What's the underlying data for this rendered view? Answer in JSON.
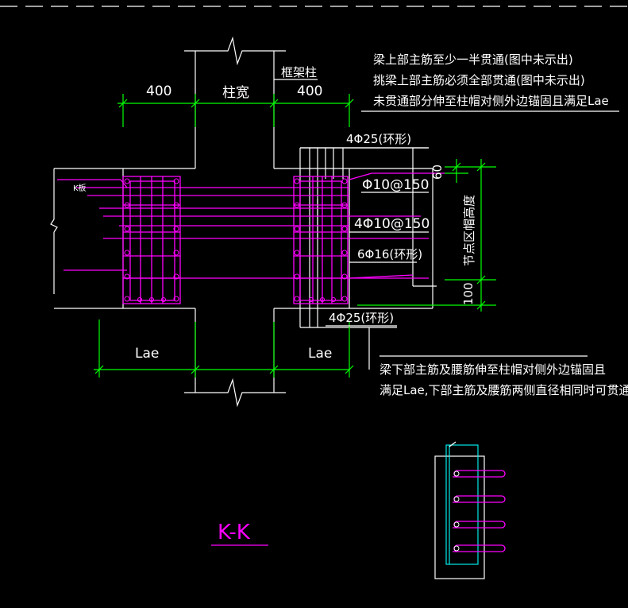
{
  "colors": {
    "background": "#000000",
    "outline": "#ffffff",
    "dimension": "#00ff00",
    "rebar": "#ff00ff",
    "stirrup_detail": "#00ffff"
  },
  "labels": {
    "dim_left": "400",
    "dim_column_width": "柱宽",
    "dim_right": "400",
    "frame_column": "框架柱",
    "anchor_left": "Lae",
    "anchor_right": "Lae",
    "dim_60": "60",
    "dim_100": "100",
    "node_height": "节点区帽高度",
    "beam_tag": "K板"
  },
  "notes": {
    "top_line1": "梁上部主筋至少一半贯通(图中未示出)",
    "top_line2": "挑梁上部主筋必须全部贯通(图中未示出)",
    "top_line3": "未贯通部分伸至柱帽对侧外边锚固且满足Lae",
    "bottom_line1": "梁下部主筋及腰筋伸至柱帽对侧外边锚固且",
    "bottom_line2": "满足Lae,下部主筋及腰筋两侧直径相同时可贯通"
  },
  "rebar": {
    "top_ring": "4Φ25(环形)",
    "stirrup_1": "Φ10@150",
    "stirrup_2": "4Φ10@150",
    "side_ring": "6Φ16(环形)",
    "bottom_ring": "4Φ25(环形)"
  },
  "section_title": "K-K"
}
